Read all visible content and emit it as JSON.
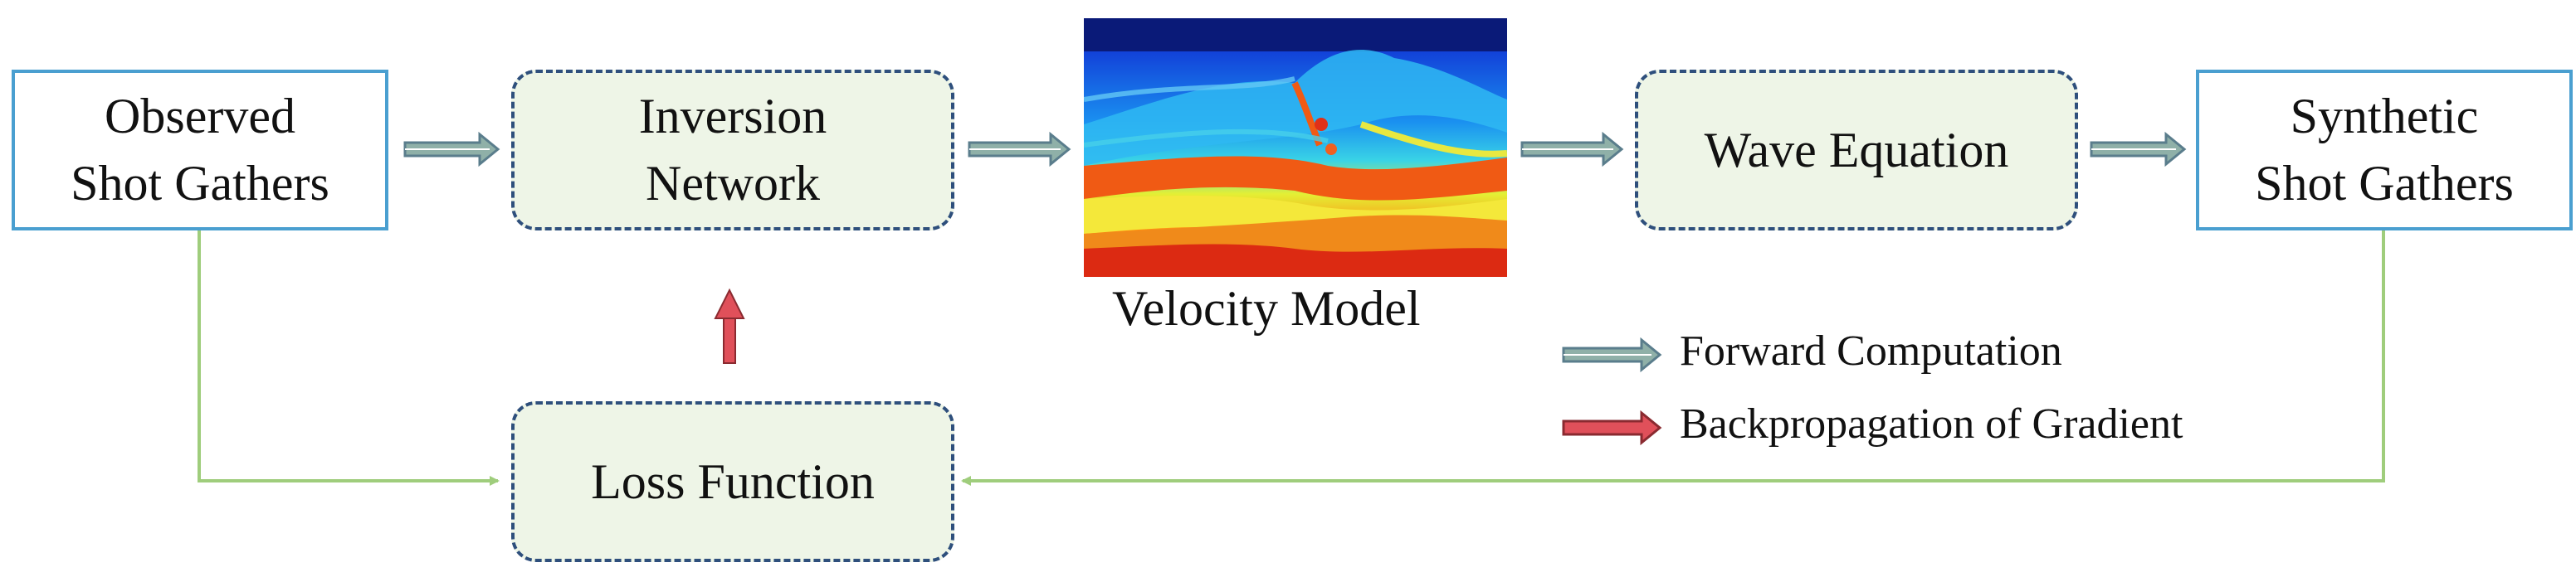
{
  "nodes": {
    "observed": "Observed\nShot Gathers",
    "inversion": "Inversion\nNetwork",
    "velocity_caption": "Velocity Model",
    "wave": "Wave Equation",
    "synthetic": "Synthetic\nShot Gathers",
    "loss": "Loss Function"
  },
  "legend": {
    "forward": "Forward Computation",
    "backprop": "Backpropagation of Gradient"
  },
  "colors": {
    "forward_arrow": "#8fb0a8",
    "forward_arrow_edge": "#5a7d8c",
    "backprop_arrow": "#e0505a",
    "loss_path": "#9fcd7c",
    "box_border_solid": "#4a9fd0",
    "box_border_dashed": "#2e4f7c",
    "box_fill_dashed": "#eef5e7"
  }
}
